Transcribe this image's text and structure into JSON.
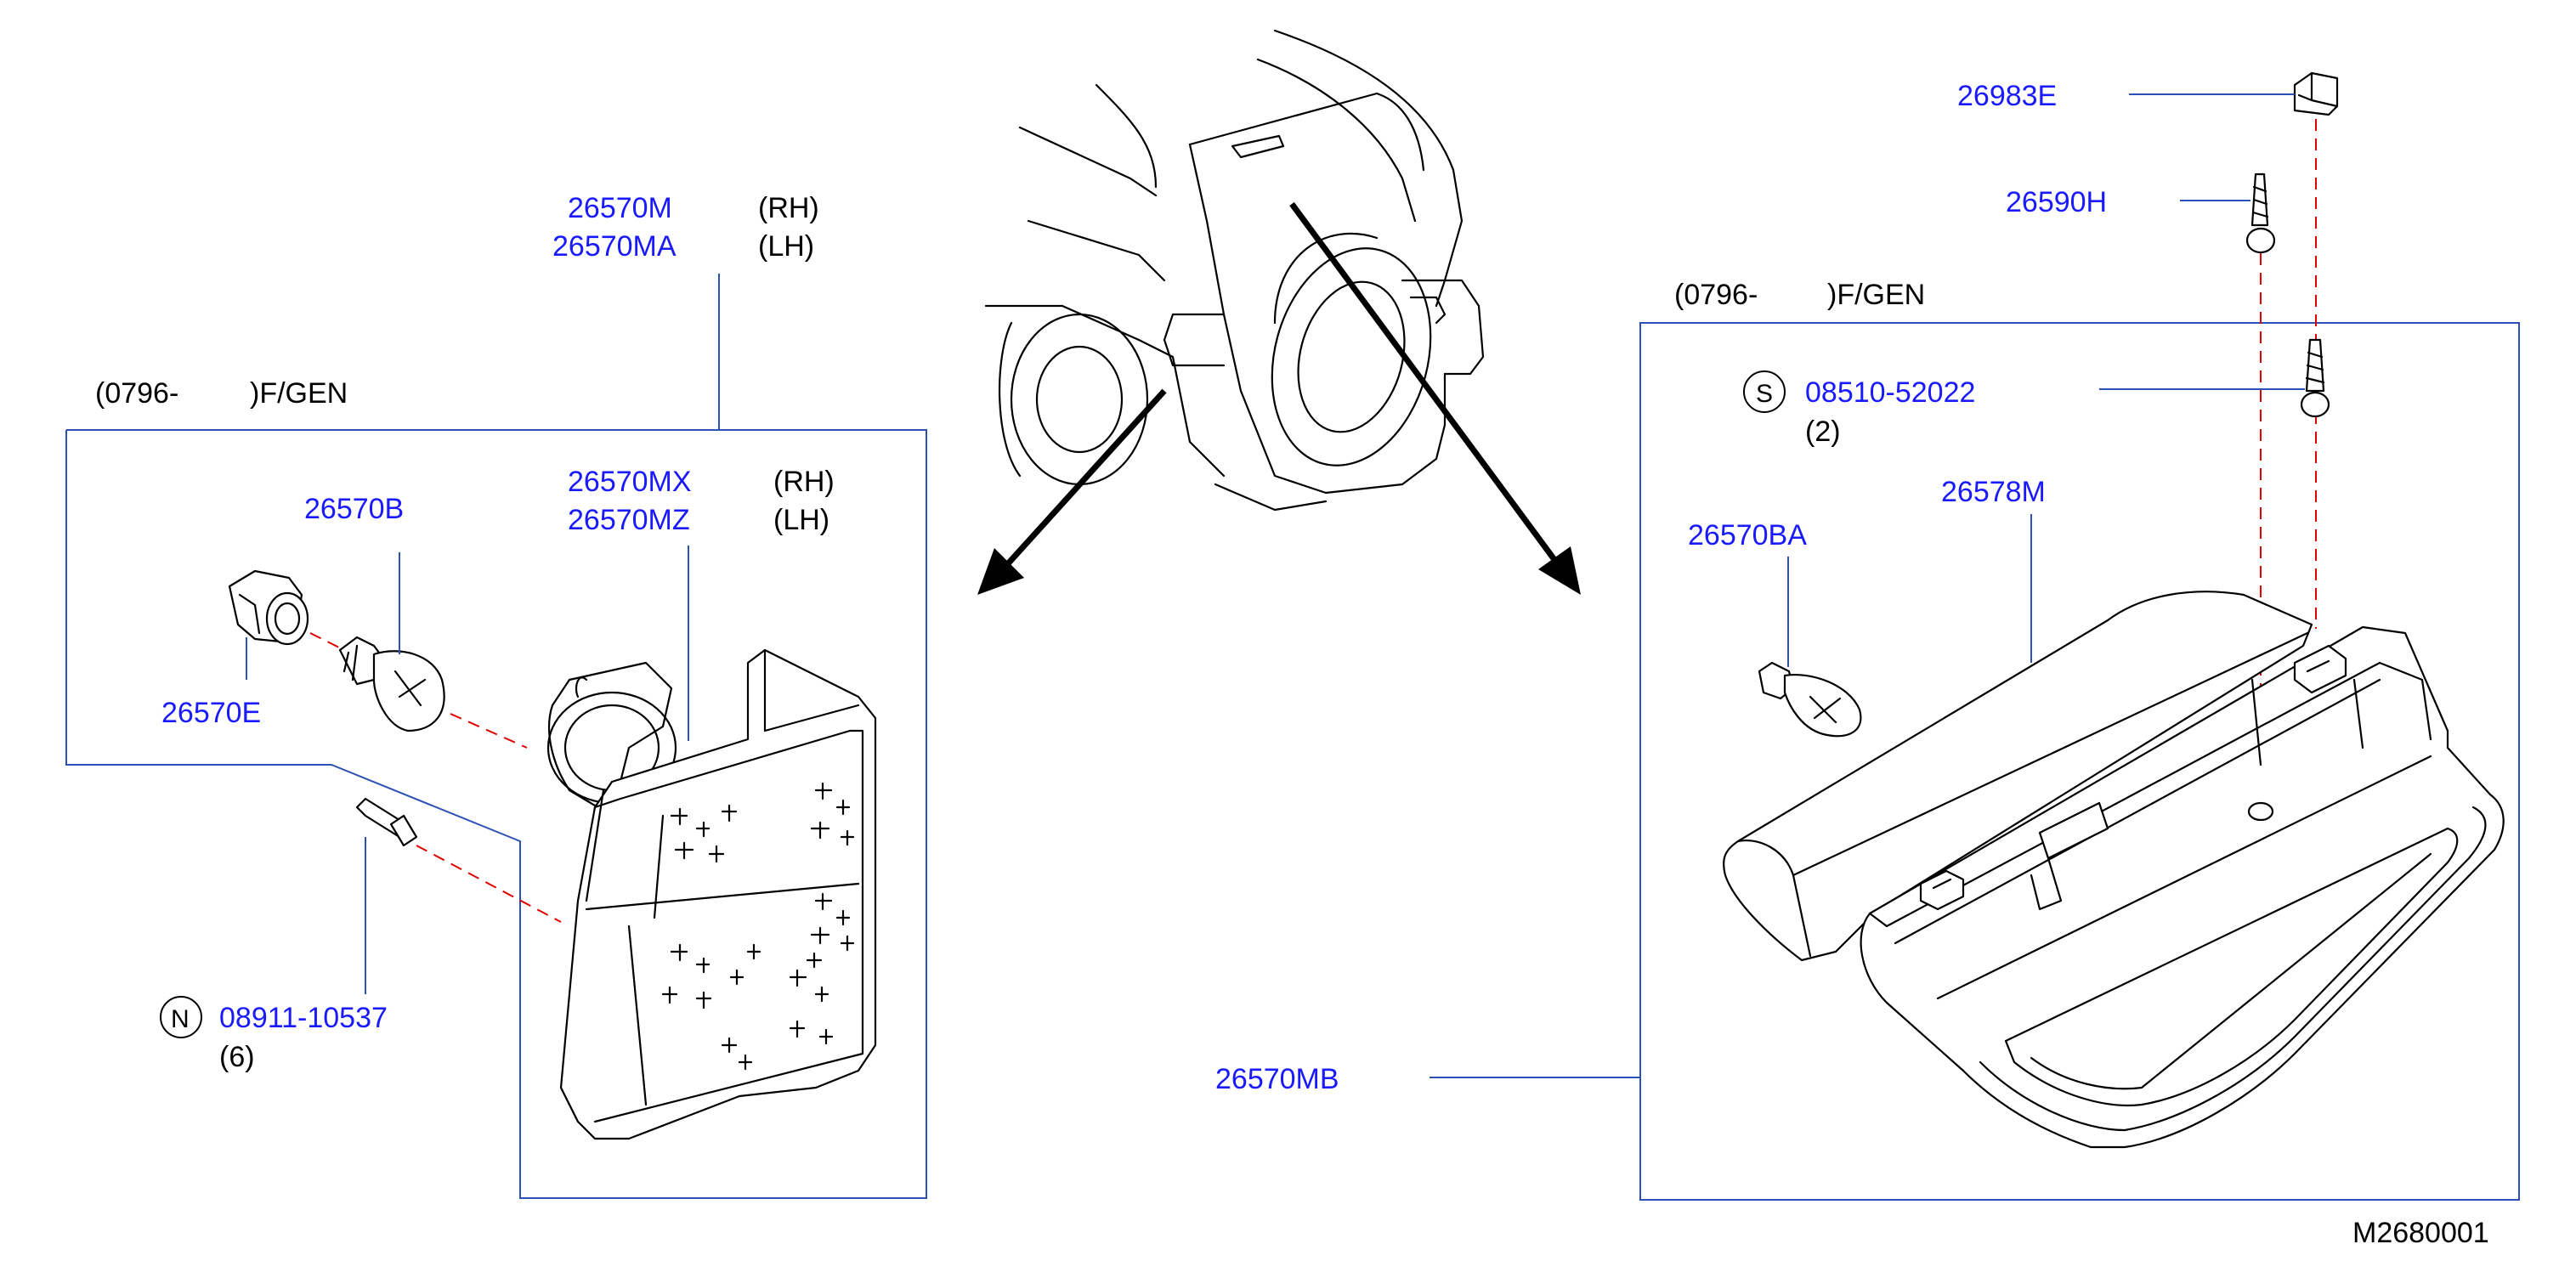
{
  "diagram": {
    "drawing_id": "M2680001",
    "left_group": {
      "date_range": "(0796-",
      "date_suffix": ")F/GEN",
      "assembly": {
        "rh": "26570M",
        "rh_side": "(RH)",
        "lh": "26570MA",
        "lh_side": "(LH)"
      },
      "lens": {
        "rh": "26570MX",
        "rh_side": "(RH)",
        "lh": "26570MZ",
        "lh_side": "(LH)"
      },
      "bulb": "26570B",
      "socket": "26570E",
      "screw": {
        "symbol": "N",
        "part": "08911-10537",
        "qty": "(6)"
      }
    },
    "right_group": {
      "date_range": "(0796-",
      "date_suffix": ")F/GEN",
      "cover_clip": "26983E",
      "screw_small": "26590H",
      "screw": {
        "symbol": "S",
        "part": "08510-52022",
        "qty": "(2)"
      },
      "bulb": "26570BA",
      "cover": "26578M",
      "lamp": "26570MB"
    },
    "colors": {
      "part_number": "#1a1aff",
      "leader": "#2d50b4",
      "hidden_line": "#e00000"
    }
  }
}
